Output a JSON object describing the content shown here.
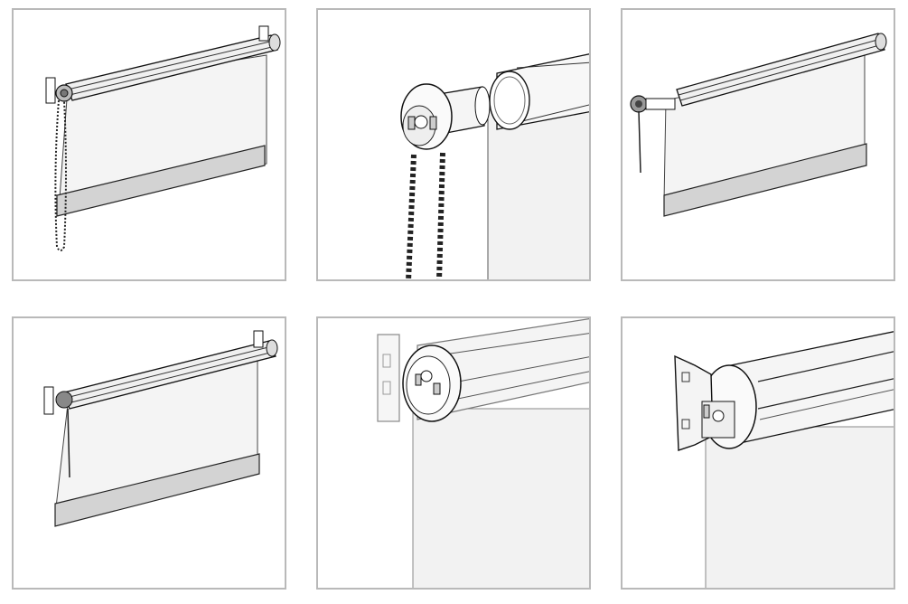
{
  "figure": {
    "panels": [
      {
        "id": "p1",
        "illustration": "roller-blind-chain-operated-overview"
      },
      {
        "id": "p2",
        "illustration": "chain-control-unit-and-tube-detail"
      },
      {
        "id": "p3",
        "illustration": "roller-blind-spring-cord-operated-overview"
      },
      {
        "id": "p4",
        "illustration": "roller-blind-cord-operated-overview"
      },
      {
        "id": "p5",
        "illustration": "bracket-and-end-cap-transparent-detail"
      },
      {
        "id": "p6",
        "illustration": "bracket-mounted-end-cap-detail"
      }
    ],
    "colors": {
      "frame": "#b9b9b9",
      "line": "#1a1a1a",
      "fabric": "#f2f2f2",
      "bottom_bar": "#cfcfcf",
      "tube_light": "#e8e8e8"
    }
  }
}
